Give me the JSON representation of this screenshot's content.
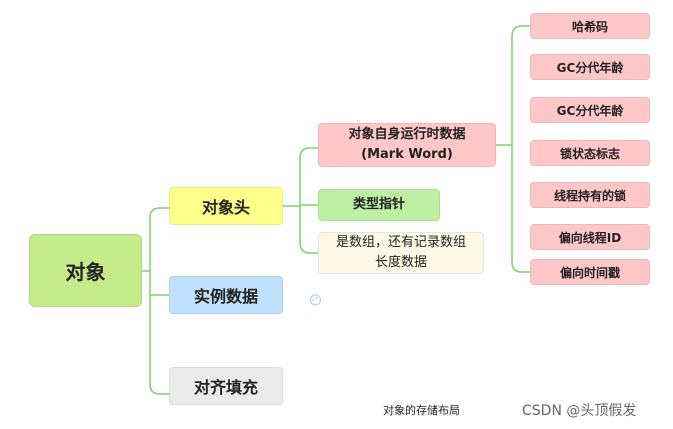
{
  "root": {
    "label": "对象"
  },
  "level1": [
    {
      "label": "对象头"
    },
    {
      "label": "实例数据"
    },
    {
      "label": "对齐填充"
    }
  ],
  "header_children": {
    "mark_word": {
      "line1": "对象自身运行时数据",
      "line2": "(Mark Word)"
    },
    "klass": {
      "label": "类型指针"
    },
    "array_length": {
      "line1": "是数组，还有记录数组",
      "line2": "长度数据"
    }
  },
  "mark_word_fields": [
    {
      "label": "哈希码"
    },
    {
      "label": "GC分代年龄"
    },
    {
      "label": "GC分代年龄"
    },
    {
      "label": "锁状态标志"
    },
    {
      "label": "线程持有的锁"
    },
    {
      "label": "偏向线程ID"
    },
    {
      "label": "偏向时间戳"
    }
  ],
  "caption": "对象的存储布局",
  "watermark": "CSDN @头顶假发",
  "colors": {
    "connector": "#7fd16a",
    "root": "#c5ea8a",
    "header": "#ffff8c",
    "instance": "#bfe1fb",
    "padding": "#ebebeb",
    "pink": "#ffc7c7",
    "klass": "#bdf0a3",
    "note": "#fdf9e6"
  }
}
